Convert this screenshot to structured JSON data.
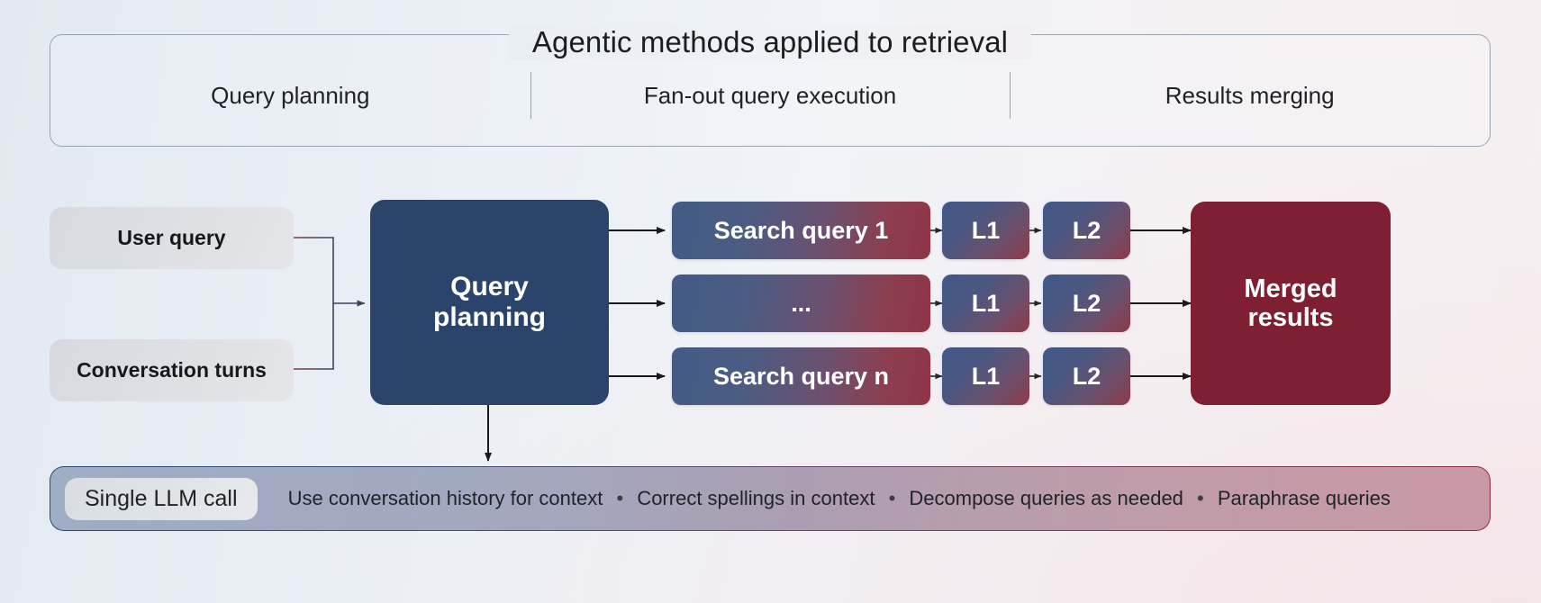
{
  "panel": {
    "title": "Agentic methods applied to retrieval",
    "columns": [
      {
        "label": "Query planning"
      },
      {
        "label": "Fan-out query execution"
      },
      {
        "label": "Results merging"
      }
    ]
  },
  "flow": {
    "inputs": [
      {
        "label": "User query"
      },
      {
        "label": "Conversation turns"
      }
    ],
    "planner": {
      "label": "Query\nplanning",
      "line1": "Query",
      "line2": "planning"
    },
    "rows": [
      {
        "query": "Search query 1",
        "stages": [
          "L1",
          "L2"
        ]
      },
      {
        "query": "...",
        "stages": [
          "L1",
          "L2"
        ]
      },
      {
        "query": "Search query n",
        "stages": [
          "L1",
          "L2"
        ]
      }
    ],
    "merged": {
      "line1": "Merged",
      "line2": "results"
    }
  },
  "bottom": {
    "pill": "Single LLM call",
    "bullets": [
      "Use conversation history for context",
      "Correct spellings in context",
      "Decompose queries as needed",
      "Paraphrase queries"
    ],
    "separator": "•"
  },
  "colors": {
    "navy": "#2b446b",
    "maroon": "#7f1f32",
    "gray_box": "#dcdfe3",
    "panel_border": "#9aa3ad",
    "background_left": "#e2e9f0",
    "background_right": "#f7eef0",
    "arrow": "#1a1a1a"
  }
}
